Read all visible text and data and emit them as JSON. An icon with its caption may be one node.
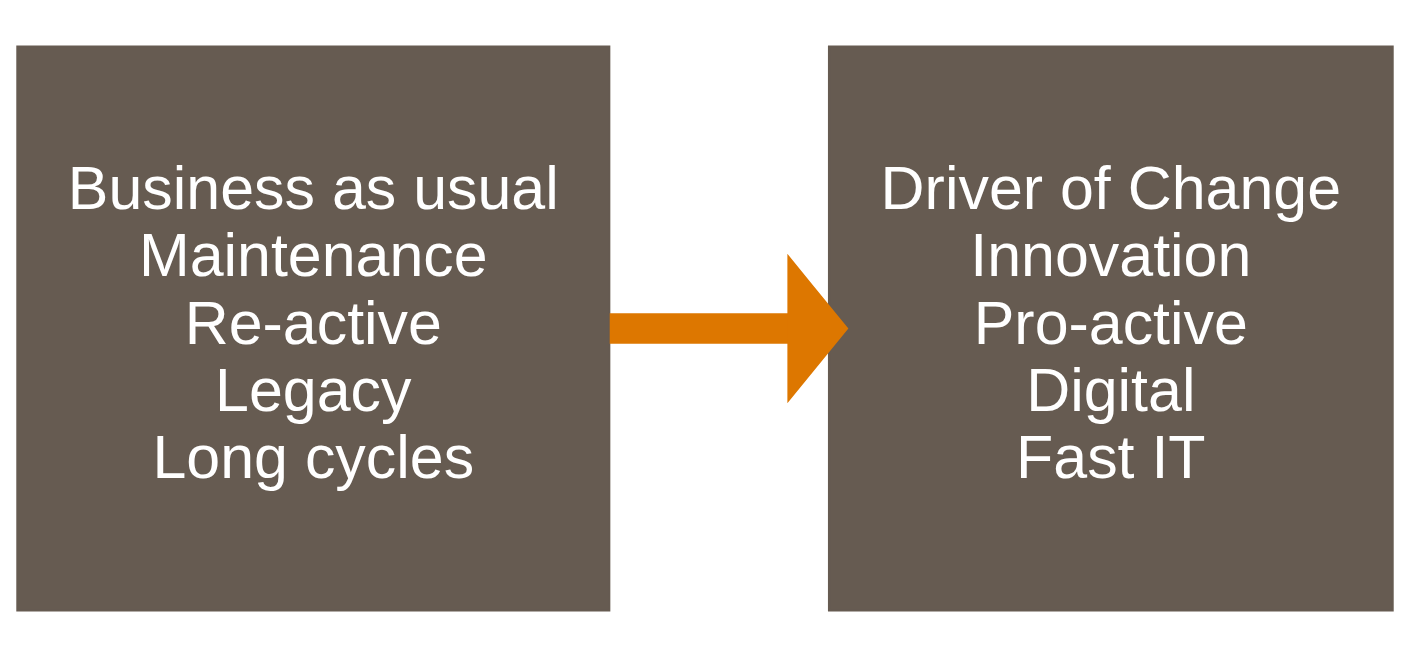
{
  "diagram": {
    "nodes": [
      {
        "text": [
          "Business as usual",
          "Maintenance",
          "Re-active",
          "Legacy",
          "Long cycles"
        ]
      },
      {
        "text": [
          "Driver of Change",
          "Innovation",
          "Pro-active",
          "Digital",
          "Fast IT"
        ]
      }
    ],
    "edges": [
      {
        "from": 0,
        "to": 1,
        "arrow": "to",
        "color": "#dd7700"
      }
    ]
  }
}
